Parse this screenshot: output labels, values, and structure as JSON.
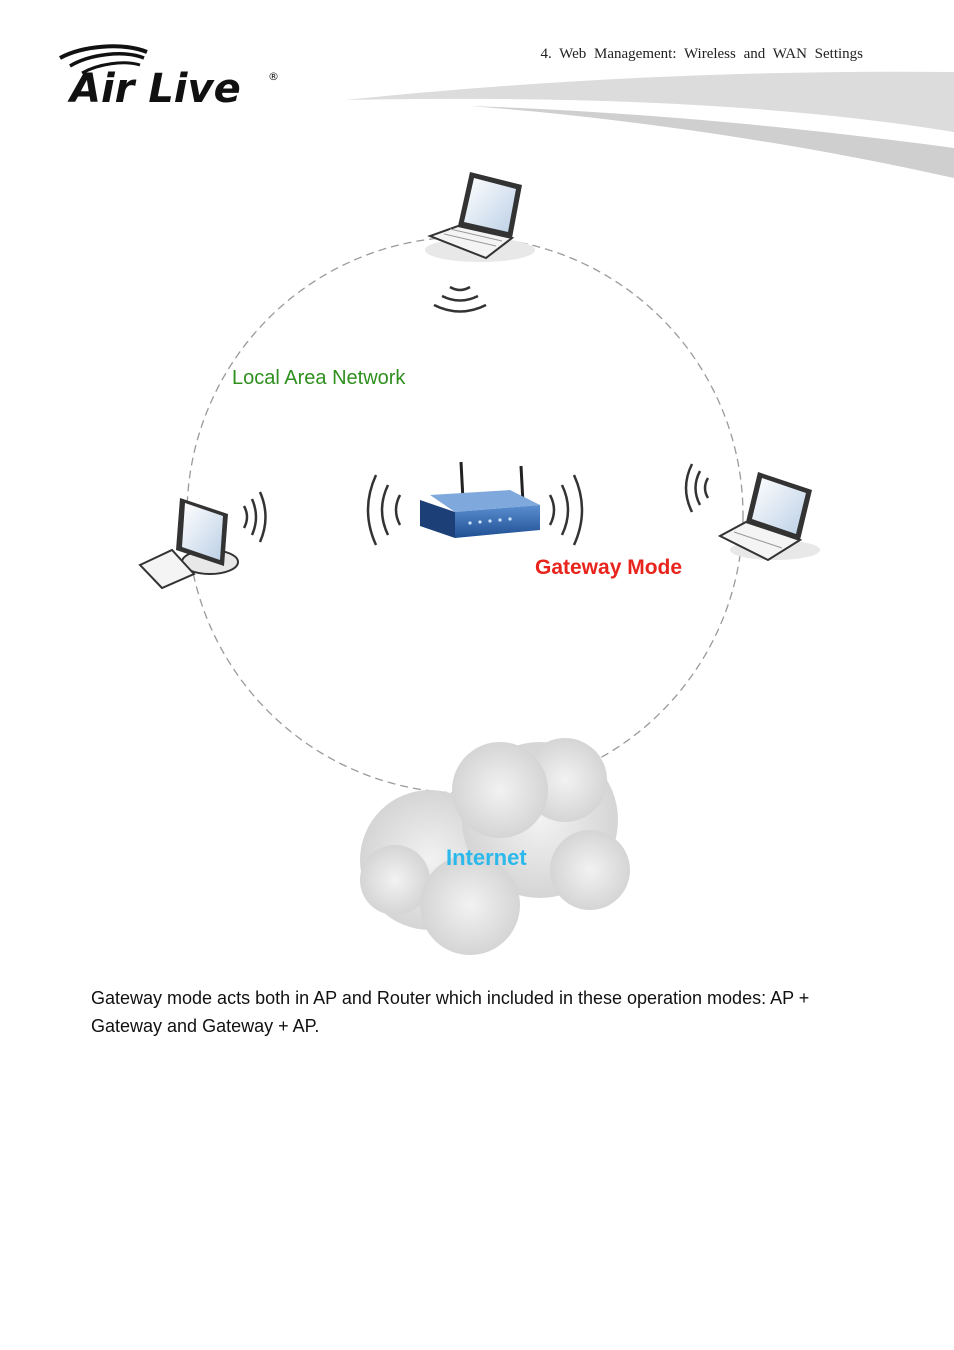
{
  "header": {
    "chapter_title": "4. Web Management: Wireless and WAN Settings",
    "logo_text": "Air Live",
    "logo_registered": "®"
  },
  "diagram": {
    "lan_label": "Local Area Network",
    "mode_label": "Gateway Mode",
    "internet_label": "Internet"
  },
  "colors": {
    "lan_label": "#2f8f1f",
    "mode_label": "#e8241c",
    "internet_label": "#2bb8ea"
  },
  "body": {
    "paragraph": "Gateway mode acts both in AP and Router which included in these operation modes: AP + Gateway and Gateway + AP."
  }
}
